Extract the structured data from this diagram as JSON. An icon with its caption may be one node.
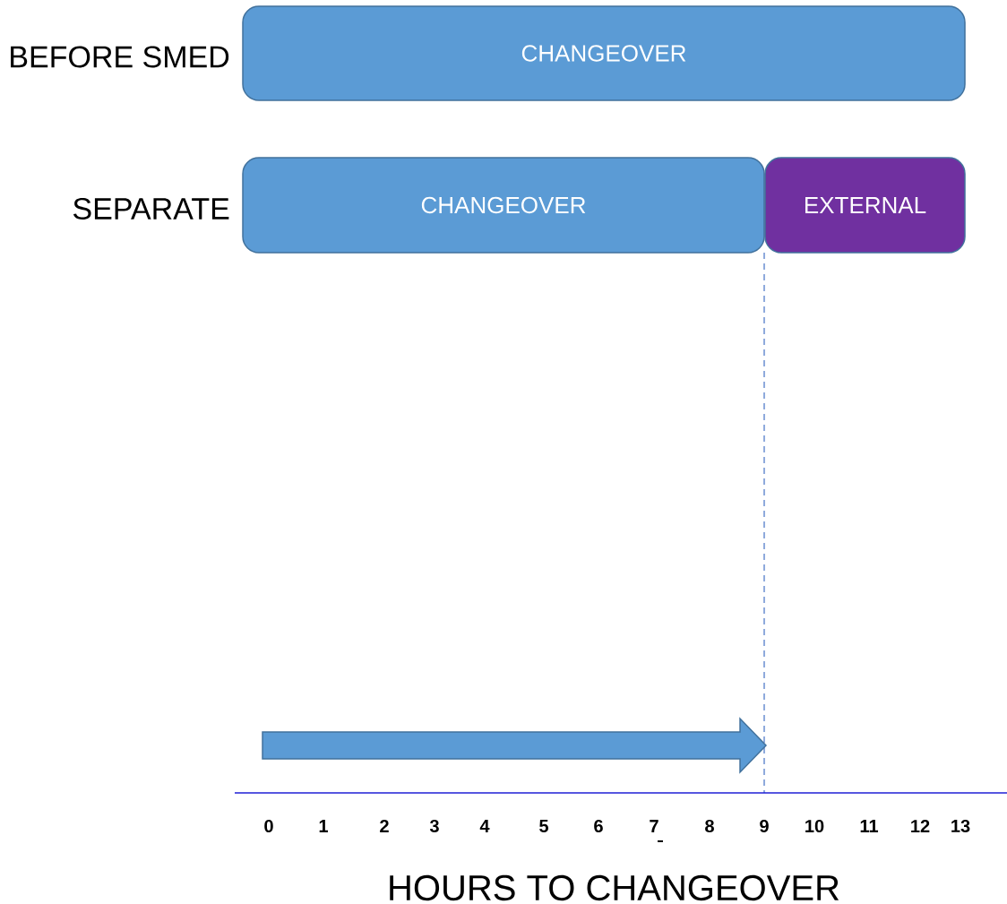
{
  "diagram": {
    "nodes": [
      {
        "text": [
          "CHANGEOVER"
        ],
        "beside": [
          "BEFORE SMED"
        ]
      },
      {
        "text": [
          "CHANGEOVER"
        ],
        "beside": [
          "SEPARATE"
        ]
      },
      {
        "text": [
          "EXTERNAL"
        ]
      }
    ],
    "labels": [
      "0",
      "1",
      "2",
      "3",
      "4",
      "5",
      "6",
      "7",
      "8",
      "9",
      "10",
      "11",
      "12",
      "13",
      "HOURS TO CHANGEOVER"
    ]
  }
}
